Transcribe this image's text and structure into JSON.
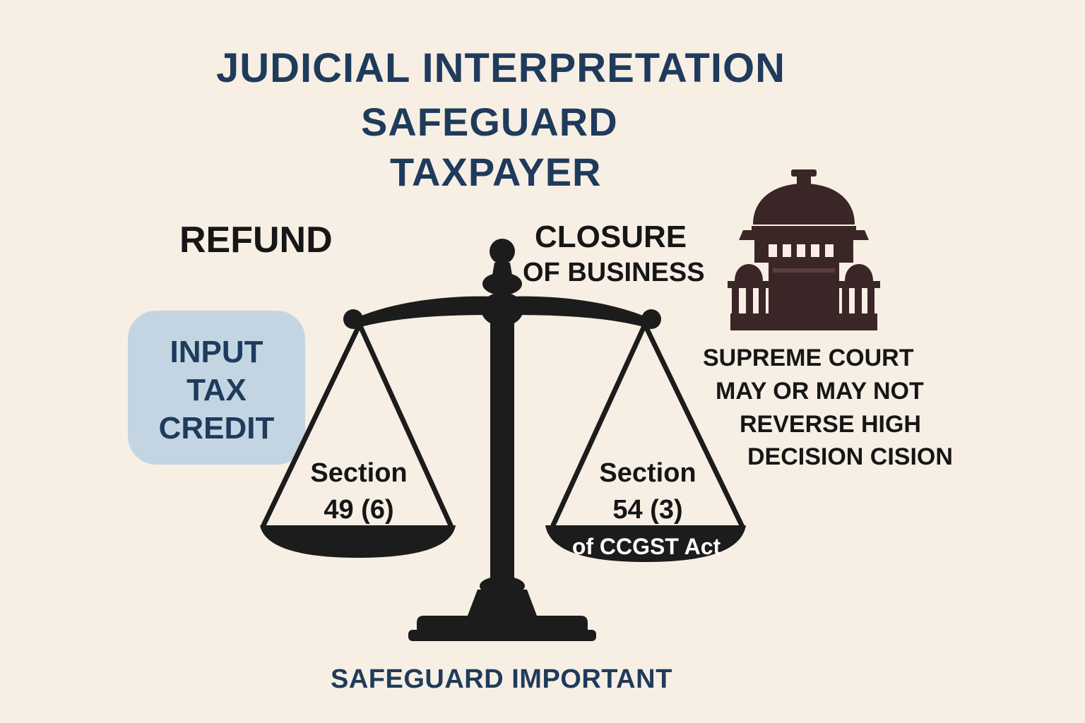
{
  "title": {
    "line1": "JUDICIAL INTERPRETATION",
    "line2": "SAFEGUARD",
    "line3": "TAXPAYER"
  },
  "labels": {
    "refund": "REFUND",
    "closure_line1": "CLOSURE",
    "closure_line2": "OF BUSINESS",
    "footer": "SAFEGUARD IMPORTANT"
  },
  "input_tax_credit": {
    "line1": "INPUT",
    "line2": "TAX",
    "line3": "CREDIT"
  },
  "left_pan": {
    "line1": "Section",
    "line2": "49 (6)"
  },
  "right_pan": {
    "line1": "Section",
    "line2": "54 (3)",
    "line3": "of CCGST Act"
  },
  "supreme_court": {
    "line1": "SUPREME COURT",
    "line2": "MAY OR MAY NOT",
    "line3": "REVERSE HIGH",
    "line4": "DECISION CISION"
  },
  "icons": {
    "scale": "balance-scale-icon",
    "court": "supreme-court-building-icon"
  },
  "colors": {
    "background": "#f7efe4",
    "title_navy": "#1f3b5c",
    "scale_black": "#1c1c1c",
    "court_brown": "#3a2626",
    "itc_box": "#c3d5e3"
  }
}
